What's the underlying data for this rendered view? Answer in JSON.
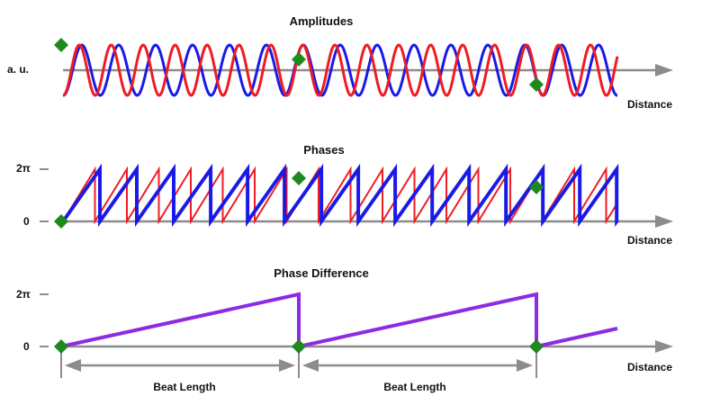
{
  "panels": {
    "amplitudes": {
      "title": "Amplitudes",
      "y_label": "a. u.",
      "x_label": "Distance"
    },
    "phases": {
      "title": "Phases",
      "y_tick_top": "2π",
      "y_tick_bottom": "0",
      "x_label": "Distance"
    },
    "phase_difference": {
      "title": "Phase Difference",
      "y_tick_top": "2π",
      "y_tick_bottom": "0",
      "x_label": "Distance"
    }
  },
  "beat": {
    "label_1": "Beat Length",
    "label_2": "Beat Length"
  },
  "colors": {
    "wave_red": "#ee1c24",
    "wave_blue": "#1a1ae6",
    "difference": "#8b2be2",
    "marker": "#1e8a1e",
    "axis": "#8c8c8c"
  },
  "icons": {
    "marker": "green-diamond-marker"
  }
}
